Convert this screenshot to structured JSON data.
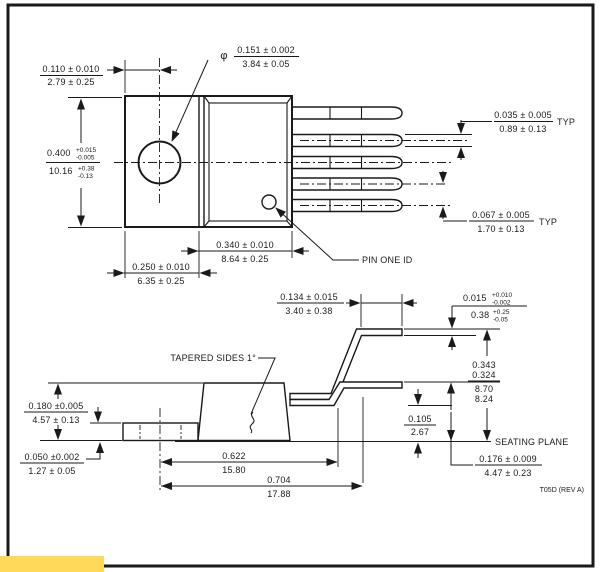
{
  "labels": {
    "phi": "φ",
    "pin_one": "PIN ONE ID",
    "tapered": "TAPERED SIDES 1°",
    "seating": "SEATING PLANE",
    "typ": "TYP",
    "note": "T05D (REV A)"
  },
  "dims": {
    "hole_offset": {
      "in": "0.110 ± 0.010",
      "mm": "2.79 ± 0.25"
    },
    "hole_dia": {
      "in": "0.151 ± 0.002",
      "mm": "3.84 ± 0.05"
    },
    "body_height": {
      "in": "0.400",
      "in_p": "+0.015",
      "in_m": "-0.005",
      "mm": "10.16",
      "mm_p": "+0.38",
      "mm_m": "-0.13"
    },
    "body_width": {
      "in": "0.340 ± 0.010",
      "mm": "8.64 ± 0.25"
    },
    "tab_width": {
      "in": "0.250 ± 0.010",
      "mm": "6.35 ± 0.25"
    },
    "lead_width": {
      "in": "0.035 ± 0.005",
      "mm": "0.89 ± 0.13"
    },
    "lead_pitch": {
      "in": "0.067 ± 0.005",
      "mm": "1.70 ± 0.13"
    },
    "top_len": {
      "in": "0.134 ± 0.015",
      "mm": "3.40 ± 0.38"
    },
    "lead_thk": {
      "in": "0.015",
      "in_p": "+0.010",
      "in_m": "-0.002",
      "mm": "0.38",
      "mm_p": "+0.25",
      "mm_m": "-0.05"
    },
    "lead_ht": {
      "in_max": "0.343",
      "in_min": "0.324",
      "mm_max": "8.70",
      "mm_min": "8.24"
    },
    "body_ht_side": {
      "in": "0.180 ±0.005",
      "mm": "4.57 ± 0.13"
    },
    "tab_thk": {
      "in": "0.050 ±0.002",
      "mm": "1.27 ± 0.05"
    },
    "lower_ht": {
      "in": "0.105",
      "mm": "2.67"
    },
    "body_len": {
      "in": "0.622",
      "mm": "15.80"
    },
    "overall": {
      "in": "0.704",
      "mm": "17.88"
    },
    "seat_ht": {
      "in": "0.176 ± 0.009",
      "mm": "4.47 ± 0.23"
    }
  },
  "colors": {
    "line": "#1a1a1a",
    "highlight": "#ffd95a",
    "background": "#ffffff"
  }
}
